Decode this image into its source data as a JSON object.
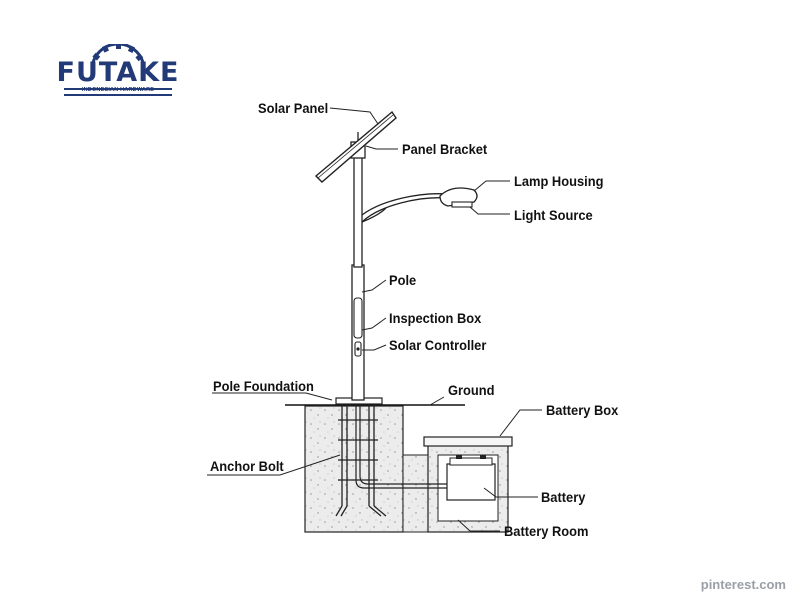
{
  "brand": {
    "name": "FUTAKE",
    "tagline": "INDONESIAN HARDWARE",
    "color": "#233a78"
  },
  "labels": {
    "solar_panel": "Solar Panel",
    "panel_bracket": "Panel Bracket",
    "lamp_housing": "Lamp Housing",
    "light_source": "Light Source",
    "pole": "Pole",
    "inspection_box": "Inspection Box",
    "solar_controller": "Solar Controller",
    "pole_foundation": "Pole Foundation",
    "ground": "Ground",
    "battery_box": "Battery Box",
    "anchor_bolt": "Anchor Bolt",
    "battery": "Battery",
    "battery_room": "Battery Room"
  },
  "watermark": "pinterest.com"
}
